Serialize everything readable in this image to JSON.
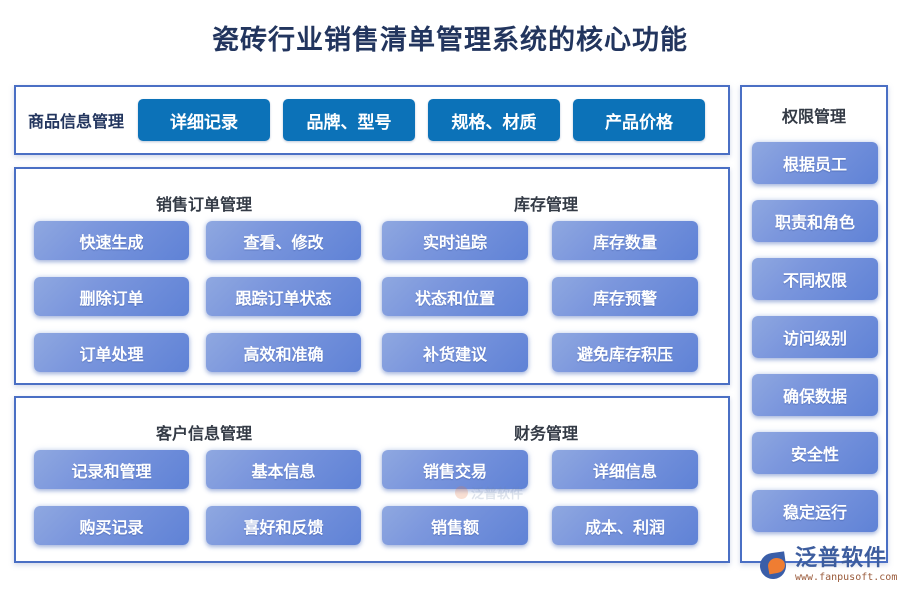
{
  "title": "瓷砖行业销售清单管理系统的核心功能",
  "colors": {
    "title_text": "#22355e",
    "panel_border": "#4a6fc4",
    "solid_button": "#0c72b8",
    "gradient_button_light": "#8fa8e0",
    "gradient_button_dark": "#5f82d6",
    "heading_text": "#333a45",
    "logo_blue": "#3d5d9e",
    "logo_orange": "#ef7d32"
  },
  "product_panel": {
    "label": "商品信息管理",
    "buttons": [
      "详细记录",
      "品牌、型号",
      "规格、材质",
      "产品价格"
    ]
  },
  "mid_panel": {
    "order": {
      "heading": "销售订单管理",
      "buttons": [
        "快速生成",
        "查看、修改",
        "删除订单",
        "跟踪订单状态",
        "订单处理",
        "高效和准确"
      ]
    },
    "stock": {
      "heading": "库存管理",
      "buttons": [
        "实时追踪",
        "库存数量",
        "状态和位置",
        "库存预警",
        "补货建议",
        "避免库存积压"
      ]
    }
  },
  "bottom_panel": {
    "customer": {
      "heading": "客户信息管理",
      "buttons": [
        "记录和管理",
        "基本信息",
        "购买记录",
        "喜好和反馈"
      ]
    },
    "finance": {
      "heading": "财务管理",
      "buttons": [
        "销售交易",
        "详细信息",
        "销售额",
        "成本、利润"
      ]
    }
  },
  "permission_panel": {
    "heading": "权限管理",
    "buttons": [
      "根据员工",
      "职责和角色",
      "不同权限",
      "访问级别",
      "确保数据",
      "安全性",
      "稳定运行"
    ]
  },
  "watermark": {
    "text": "泛普软件"
  },
  "logo": {
    "name": "泛普软件",
    "url": "www.fanpusoft.com"
  }
}
